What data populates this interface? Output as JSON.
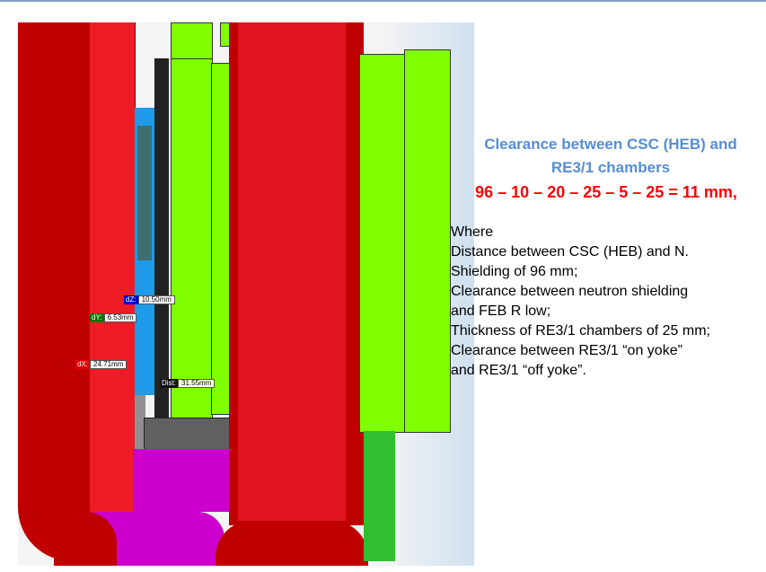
{
  "slide": {
    "title_line1": "Clearance between CSC (HEB) and",
    "title_line2": "RE3/1 chambers",
    "formula": "96 – 10 – 20 – 25 – 5 – 25 = 11 mm,",
    "body": [
      "Where",
      "Distance between CSC (HEB) and N.",
      "Shielding of  96 mm;",
      "Clearance between neutron shielding",
      "and FEB R low;",
      "Thickness of RE3/1 chambers of 25 mm;",
      "Clearance between RE3/1 “on yoke”",
      "and RE3/1 “off yoke”."
    ]
  },
  "measurements": {
    "dz": {
      "key": "dZ:",
      "value": "10.50mm",
      "color": "#0000cc"
    },
    "dy": {
      "key": "dY:",
      "value": "6.53mm",
      "color": "#007a00"
    },
    "dx": {
      "key": "dX:",
      "value": "24.71mm",
      "color": "#e00000"
    },
    "dist": {
      "key": "Dist:",
      "value": "31.55mm",
      "color": "#111111"
    }
  },
  "colors": {
    "dark_red": "#c00000",
    "red": "#ee1c25",
    "green": "#80ff00",
    "magenta": "#cc00cc",
    "blue": "#1e9be8"
  }
}
